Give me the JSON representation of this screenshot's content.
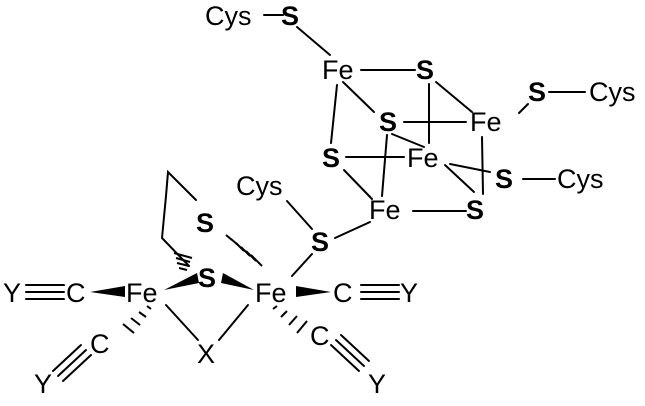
{
  "structure": {
    "cluster": {
      "cys_top": "Cys",
      "s_top": "S",
      "fe_top": "Fe",
      "s_cube_top": "S",
      "s_right_outer": "S",
      "cys_right": "Cys",
      "s_cube_mid": "S",
      "fe_right": "Fe",
      "s_cube_left": "S",
      "fe_mid": "Fe",
      "s_right_lower": "S",
      "cys_right_lower": "Cys",
      "fe_bottom": "Fe",
      "s_cube_bottom": "S"
    },
    "bridge": {
      "cys": "Cys",
      "s": "S"
    },
    "diiron": {
      "s_upper": "S",
      "s_lower": "S",
      "fe_left": "Fe",
      "fe_right": "Fe",
      "x": "X",
      "y_left": "Y",
      "c_left": "C",
      "c_left_low": "C",
      "y_left_low": "Y",
      "c_right": "C",
      "y_right": "Y",
      "c_right_low": "C",
      "y_right_low": "Y"
    }
  }
}
